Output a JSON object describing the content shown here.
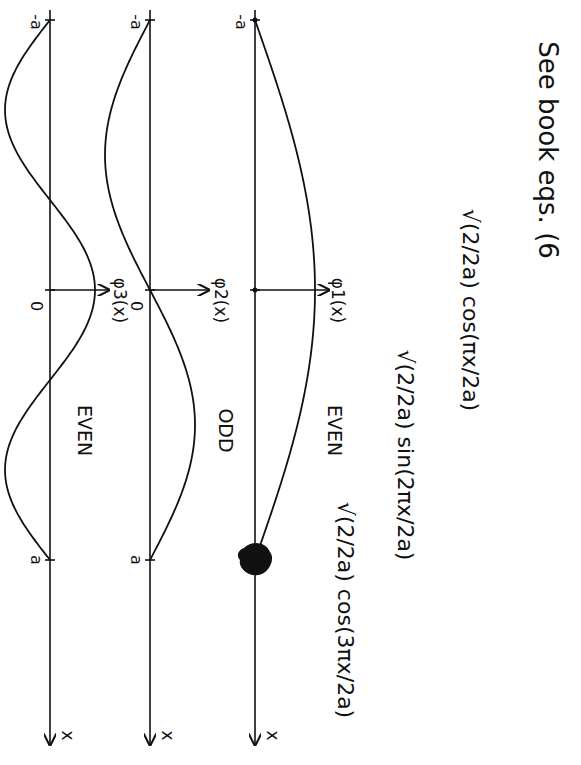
{
  "diagram": {
    "labels": [
      "See book eqs. (6",
      "φ1(x)",
      "-a",
      "x",
      "EVEN",
      "√(2/2a) cos(πx/2a)",
      "φ2(x)",
      "-a",
      "0",
      "a",
      "x",
      "ODD",
      "√(2/2a) sin(2πx/2a)",
      "φ3(x)",
      "-a",
      "0",
      "a",
      "x",
      "EVEN",
      "√(2/2a) cos(3πx/2a)"
    ]
  }
}
